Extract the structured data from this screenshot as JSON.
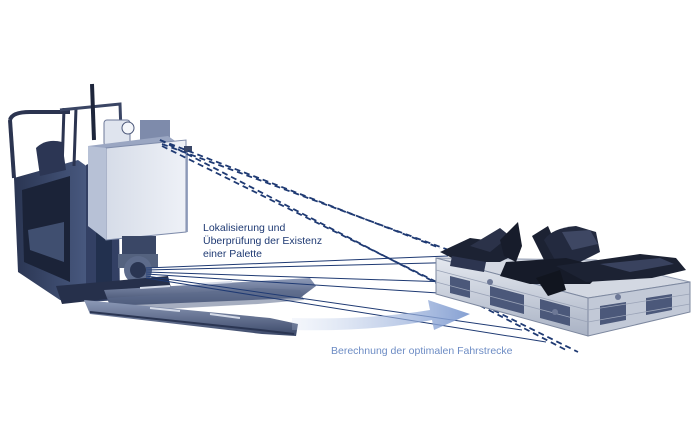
{
  "labels": {
    "localization": {
      "line1_part1": "Lokalisierung",
      "line1_part2": " und",
      "line2_part1": "Überprüfung",
      "line2_part2": " der Existenz",
      "line3": "einer Palette"
    },
    "route": "Berechnung der optimalen Fahrstrecke"
  },
  "colors": {
    "dark_blue": "#1f3a73",
    "light_blue": "#6d8cc4",
    "machine_tint": "#3d5482",
    "pallet_wood": "#c7cdd8",
    "parts_dark": "#1c2233",
    "arrow": "#8fa8d6"
  },
  "icons": {
    "machine": "forklift-agv-icon",
    "sensor": "sensor-box-icon",
    "pallet": "pallet-icon"
  }
}
